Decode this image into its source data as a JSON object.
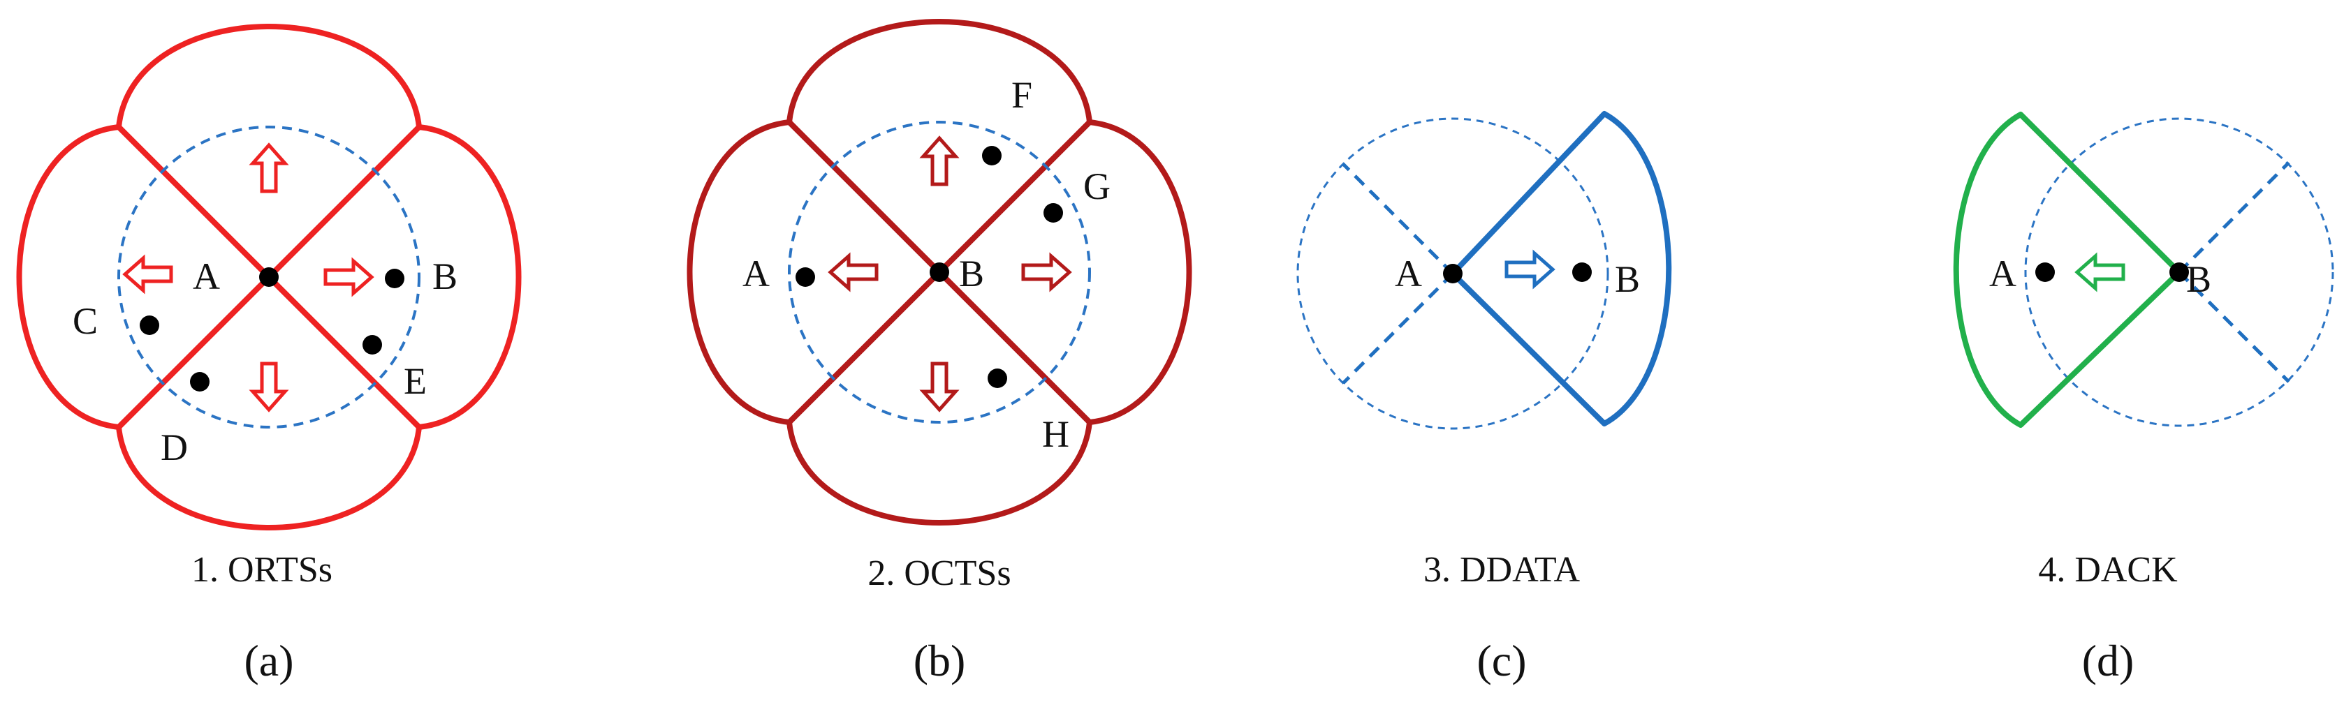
{
  "colors": {
    "rts": "#ee2222",
    "cts": "#b31a1a",
    "data": "#1f6fc0",
    "ack": "#21b04b",
    "range_circle": "#2b74c4",
    "node": "#000000",
    "text": "#111111"
  },
  "panels": [
    {
      "step": "1. ORTSs",
      "tag": "(a)",
      "nodes": {
        "center": "A",
        "others": [
          "B",
          "C",
          "D",
          "E"
        ]
      }
    },
    {
      "step": "2. OCTSs",
      "tag": "(b)",
      "nodes": {
        "center": "B",
        "others": [
          "A",
          "F",
          "G",
          "H"
        ]
      }
    },
    {
      "step": "3. DDATA",
      "tag": "(c)",
      "nodes": {
        "sender": "A",
        "receiver": "B"
      }
    },
    {
      "step": "4. DACK",
      "tag": "(d)",
      "nodes": {
        "sender": "B",
        "receiver": "A"
      }
    }
  ]
}
